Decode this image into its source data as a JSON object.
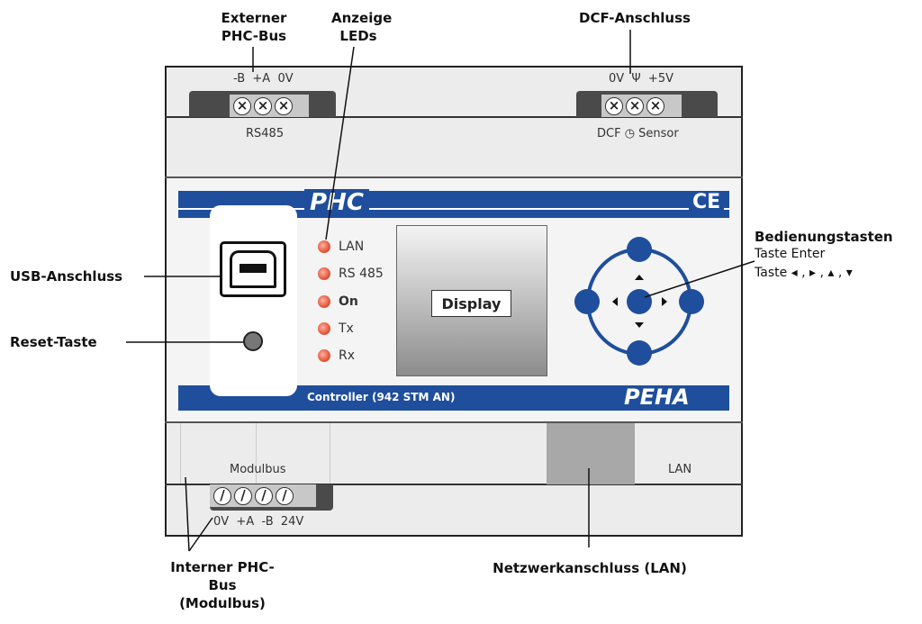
{
  "annotations": {
    "externer_bus": "Externer PHC-Bus",
    "anzeige_leds": "Anzeige LEDs",
    "dcf": "DCF-Anschluss",
    "usb": "USB-Anschluss",
    "reset": "Reset-Taste",
    "bedienung_title": "Bedienungstasten",
    "bedienung_enter": "Taste Enter",
    "bedienung_arrows": "Taste ◂ , ▸ , ▴ , ▾",
    "interner_bus": "Interner PHC-Bus (Modulbus)",
    "netzwerk": "Netzwerkanschluss (LAN)"
  },
  "device": {
    "rs485_pins": "-B  +A  0V",
    "rs485_label": "RS485",
    "dcf_pins": "0V  Ψ  +5V",
    "dcf_label": "DCF ◷ Sensor",
    "brand_top": "PHC",
    "ce_mark": "CE",
    "leds": [
      "LAN",
      "RS 485",
      "On",
      "Tx",
      "Rx"
    ],
    "display_label": "Display",
    "controller_label": "Controller (942 STM AN)",
    "brand_bottom": "PEHA",
    "modulbus_label": "Modulbus",
    "lan_label": "LAN",
    "modulbus_pins": "0V  +A  -B  24V"
  },
  "colors": {
    "blue": "#1f4e9c",
    "led": "#e2583c",
    "panel": "#ececec"
  }
}
